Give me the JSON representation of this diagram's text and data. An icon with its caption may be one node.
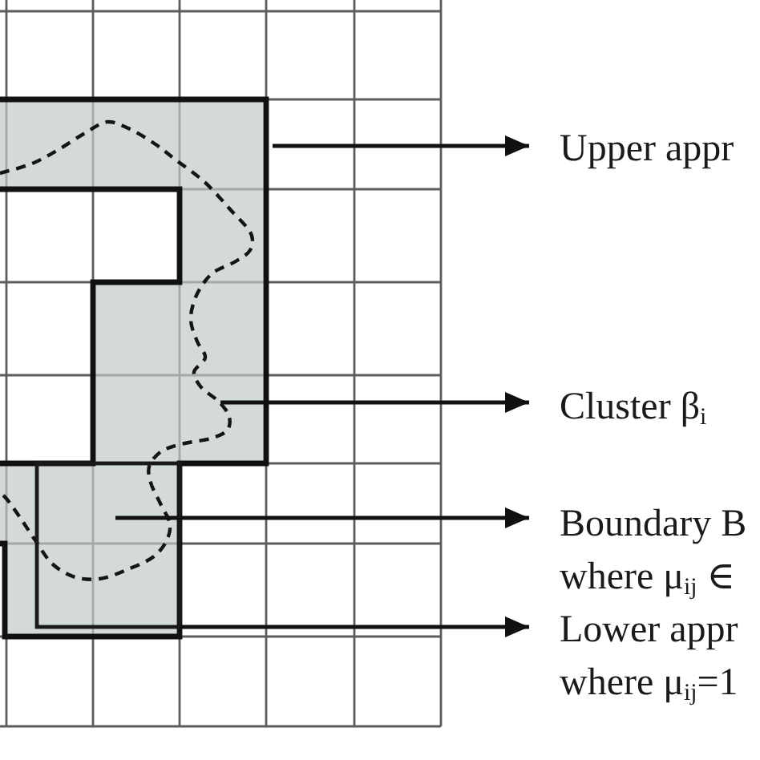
{
  "diagram": {
    "nodes": [
      {
        "text": [],
        "shape": "polygon"
      },
      {
        "text": [],
        "shape": "curve",
        "in": 0
      },
      {
        "text": [],
        "shape": "box",
        "in": 1
      },
      {
        "text": [
          "Upper appr"
        ]
      },
      {
        "text": [
          "Cluster β$_{i}$"
        ]
      },
      {
        "text": [
          "Boundary B",
          "where μ$_{ij}$ ∈"
        ]
      },
      {
        "text": [
          "Lower appr",
          "where μ$_{ij}$=1"
        ]
      }
    ],
    "edges": [
      {
        "from": 0,
        "to": 3,
        "arrow": "to"
      },
      {
        "from": 1,
        "to": 4,
        "arrow": "to"
      },
      {
        "from": 2,
        "to": 5,
        "arrow": "to"
      },
      {
        "from": 2,
        "to": 6,
        "arrow": "to"
      }
    ]
  }
}
